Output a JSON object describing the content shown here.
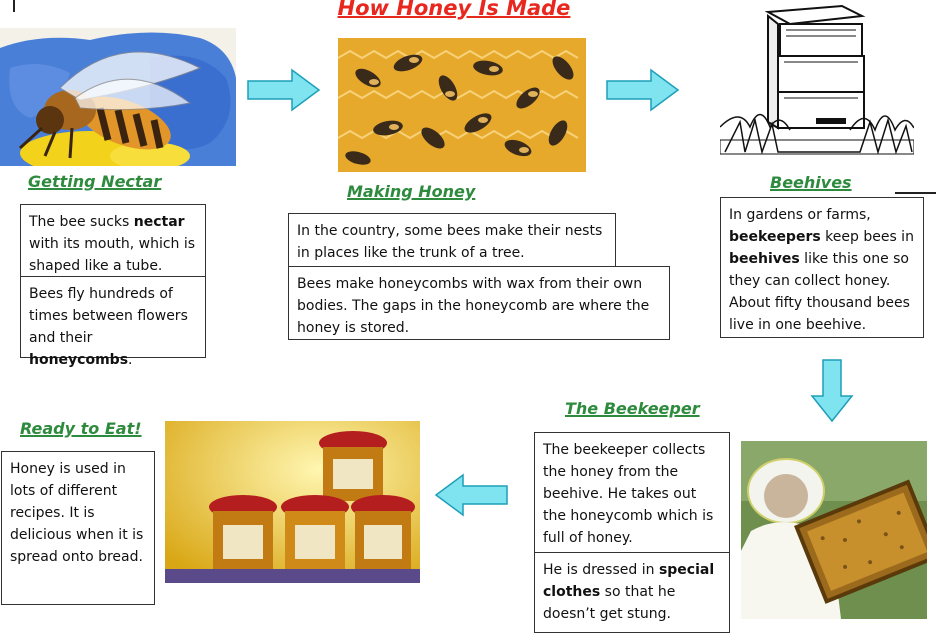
{
  "title": "How Honey Is Made",
  "steps": {
    "getting_nectar": {
      "heading": "Getting Nectar",
      "box1": {
        "t1": "The bee sucks ",
        "b1": "nectar",
        "t2": " with its mouth, which is shaped like a tube."
      },
      "box2": {
        "t1": "Bees fly hundreds of times between flowers and their ",
        "b1": "honeycombs",
        "t2": "."
      }
    },
    "making_honey": {
      "heading": "Making Honey",
      "box1": "In the country, some bees make their nests in places like the trunk of a tree.",
      "box2": "Bees make honeycombs with wax from their own bodies. The gaps in the honeycomb are where the honey is stored."
    },
    "beehives": {
      "heading": "Beehives",
      "box": {
        "t1": "In gardens or farms, ",
        "b1": "beekeepers",
        "t2": " keep bees in ",
        "b2": "beehives",
        "t3": " like this one so they can collect honey. About fifty thousand bees live in one beehive."
      }
    },
    "beekeeper": {
      "heading": "The Beekeeper",
      "box1": "The beekeeper collects the honey from the beehive. He takes out the honeycomb which is full of honey.",
      "box2": {
        "t1": "He is dressed in ",
        "b1": "special clothes",
        "t2": " so that he doesn’t get stung."
      }
    },
    "ready_to_eat": {
      "heading": "Ready to Eat!",
      "box": "Honey is used in lots of different recipes. It is delicious when it is spread onto bread."
    }
  },
  "colors": {
    "title": "#e8281e",
    "heading": "#2e8b3e",
    "arrow_fill": "#7fe3f0",
    "arrow_stroke": "#1f9fb8"
  },
  "icons": [
    "arrow-right-icon",
    "arrow-down-icon",
    "arrow-left-icon"
  ]
}
